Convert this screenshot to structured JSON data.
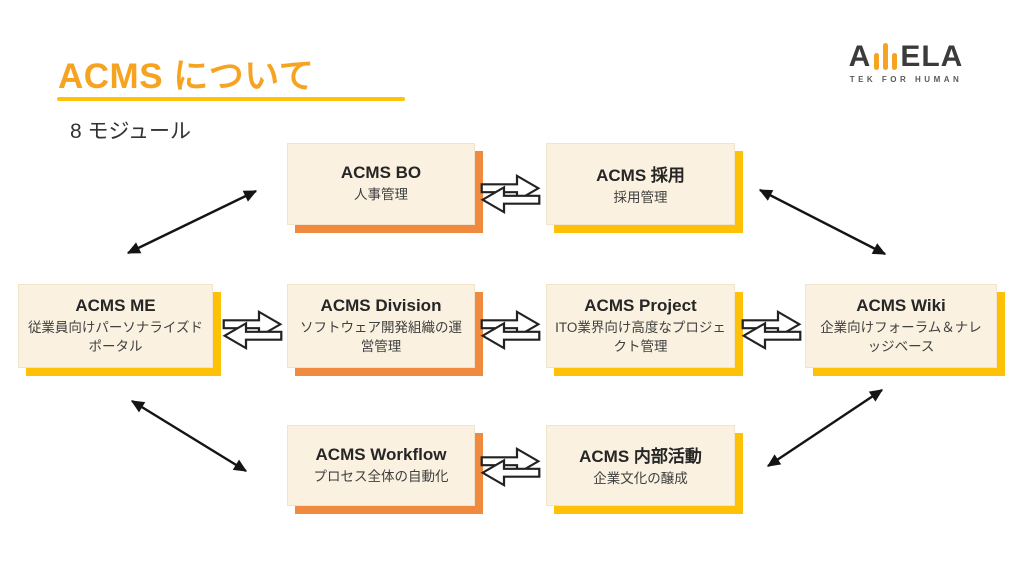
{
  "page": {
    "title": "ACMS について",
    "subtitle": "8 モジュール"
  },
  "logo": {
    "text_left": "A",
    "text_right": "ELA",
    "tagline": "TEK FOR HUMAN"
  },
  "colors": {
    "title_orange": "#F5A321",
    "underline_gold": "#FFC10A",
    "box_fill": "#FAF1E0",
    "shadow_orange": "#F08A3F",
    "shadow_gold": "#FFC008",
    "arrow_black": "#141414"
  },
  "modules": [
    {
      "id": "acms-bo",
      "title": "ACMS BO",
      "desc": "人事管理",
      "shadow_color": "orange"
    },
    {
      "id": "acms-saiyo",
      "title": "ACMS 採用",
      "desc": "採用管理",
      "shadow_color": "gold"
    },
    {
      "id": "acms-me",
      "title": "ACMS ME",
      "desc": "従業員向けパーソナライズドポータル",
      "shadow_color": "gold"
    },
    {
      "id": "acms-division",
      "title": "ACMS Division",
      "desc": "ソフトウェア開発組織の運営管理",
      "shadow_color": "orange"
    },
    {
      "id": "acms-project",
      "title": "ACMS Project",
      "desc": "ITO業界向け高度なプロジェクト管理",
      "shadow_color": "gold"
    },
    {
      "id": "acms-wiki",
      "title": "ACMS Wiki",
      "desc": "企業向けフォーラム＆ナレッジベース",
      "shadow_color": "gold"
    },
    {
      "id": "acms-workflow",
      "title": "ACMS Workflow",
      "desc": "プロセス全体の自動化",
      "shadow_color": "orange"
    },
    {
      "id": "acms-naibu",
      "title": "ACMS 内部活動",
      "desc": "企業文化の醸成",
      "shadow_color": "gold"
    }
  ],
  "connections": {
    "swap_arrows": [
      [
        "acms-bo",
        "acms-saiyo"
      ],
      [
        "acms-me",
        "acms-division"
      ],
      [
        "acms-division",
        "acms-project"
      ],
      [
        "acms-project",
        "acms-wiki"
      ],
      [
        "acms-workflow",
        "acms-naibu"
      ]
    ],
    "diagonal_arrows": [
      [
        "acms-me",
        "acms-bo"
      ],
      [
        "acms-me",
        "acms-workflow"
      ],
      [
        "acms-saiyo",
        "acms-wiki"
      ],
      [
        "acms-wiki",
        "acms-naibu"
      ]
    ]
  }
}
